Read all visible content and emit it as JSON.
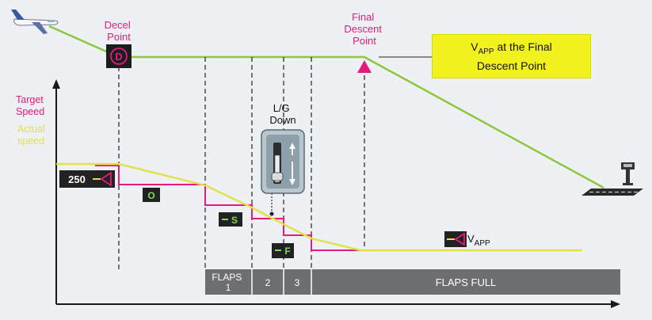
{
  "labels": {
    "decel_point": [
      "Decel",
      "Point"
    ],
    "decel_symbol": "D",
    "final_descent_point": [
      "Final",
      "Descent",
      "Point"
    ],
    "callout": {
      "v": "V",
      "sub": "APP",
      "rest_line1": " at the Final",
      "line2": "Descent Point"
    },
    "target_speed": [
      "Target",
      "Speed"
    ],
    "actual_speed": [
      "Actual",
      "speed"
    ],
    "lg_down": [
      "L/G",
      "Down"
    ],
    "speed_250": "250",
    "marker_o": "O",
    "marker_s": "S",
    "marker_f": "F",
    "vapp": {
      "v": "V",
      "sub": "APP"
    },
    "flaps": {
      "f1": [
        "FLAPS",
        "1"
      ],
      "f2": "2",
      "f3": "3",
      "full": "FLAPS FULL"
    }
  },
  "colors": {
    "flight_path": "#8dc63f",
    "target_speed": "#e6197f",
    "actual_speed": "#e3e04a",
    "callout_bg": "#f2f21e",
    "flaps_bar": "#6d6e71",
    "axis": "#1a1a1a",
    "marker_bg": "#222222",
    "marker_green": "#7ed957"
  },
  "icons": [
    "airplane-icon",
    "runway-icon",
    "landing-gear-lever-icon",
    "decel-point-icon",
    "final-descent-arrow-icon"
  ]
}
